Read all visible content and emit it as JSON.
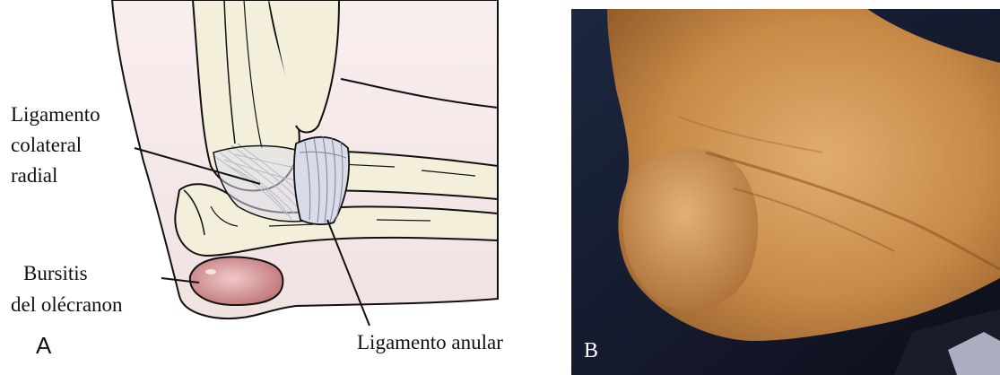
{
  "panel_a": {
    "letter": "A",
    "labels": {
      "radial_collateral_line1": "Ligamento",
      "radial_collateral_line2": "colateral",
      "radial_collateral_line3": "radial",
      "bursitis_line1": "Bursitis",
      "bursitis_line2": "del olécranon",
      "annular": "Ligamento anular"
    }
  },
  "panel_b": {
    "letter": "B"
  },
  "colors": {
    "skin_pink": "#f4e6e6",
    "bone": "#f3efda",
    "ligament": "#d9dbe8",
    "bursa": "#d18d8f",
    "photo_bg": "#1a2236",
    "photo_skin": "#c98f4c"
  }
}
